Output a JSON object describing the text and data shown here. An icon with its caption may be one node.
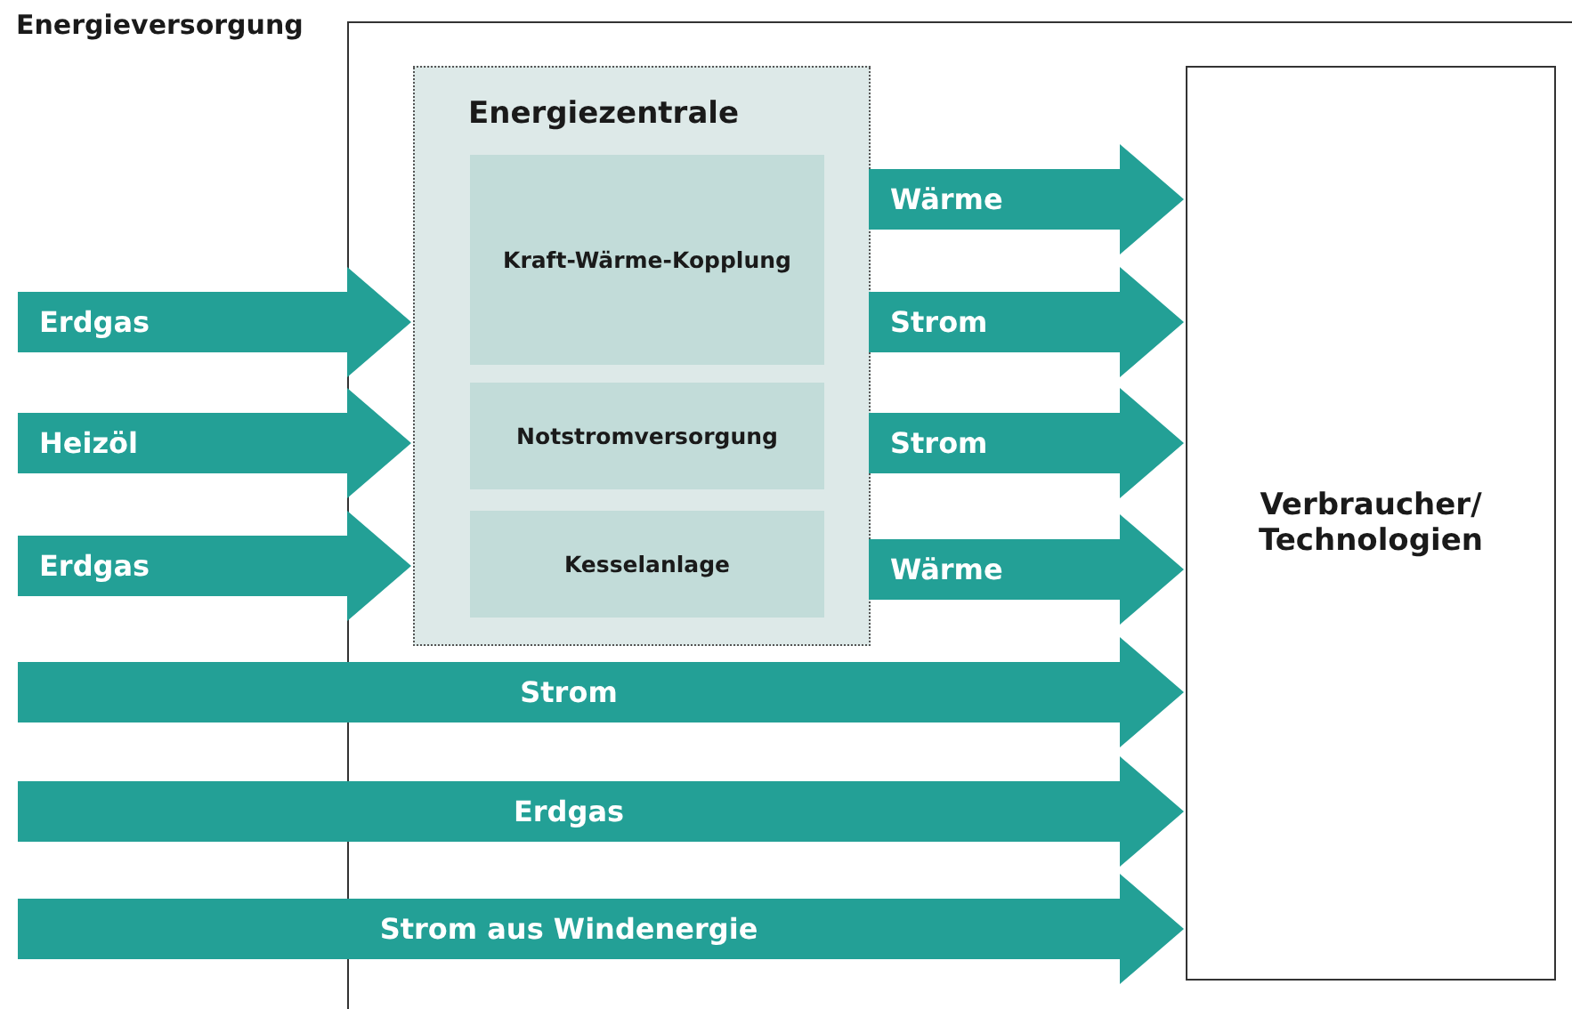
{
  "diagram": {
    "nodes": [
      {
        "text": [
          "Energieversorgung"
        ]
      },
      {
        "text": [
          "Energiezentrale"
        ],
        "in": 0
      },
      {
        "text": [
          "Kraft-Wärme-Kopplung"
        ],
        "in": 1
      },
      {
        "text": [
          "Notstromversorgung"
        ],
        "in": 1
      },
      {
        "text": [
          "Kesselanlage"
        ],
        "in": 1
      },
      {
        "text": [
          "Verbraucher/ Technologien"
        ],
        "in": 0
      }
    ],
    "edges": [
      {
        "from": null,
        "to": 1,
        "arrow": "to",
        "label": "Erdgas"
      },
      {
        "from": null,
        "to": 1,
        "arrow": "to",
        "label": "Heizöl"
      },
      {
        "from": null,
        "to": 1,
        "arrow": "to",
        "label": "Erdgas"
      },
      {
        "from": 1,
        "to": 5,
        "arrow": "to",
        "label": "Wärme"
      },
      {
        "from": 1,
        "to": 5,
        "arrow": "to",
        "label": "Strom"
      },
      {
        "from": 1,
        "to": 5,
        "arrow": "to",
        "label": "Strom"
      },
      {
        "from": 1,
        "to": 5,
        "arrow": "to",
        "label": "Wärme"
      },
      {
        "from": null,
        "to": 5,
        "arrow": "to",
        "label": "Strom"
      },
      {
        "from": null,
        "to": 5,
        "arrow": "to",
        "label": "Erdgas"
      },
      {
        "from": null,
        "to": 5,
        "arrow": "to",
        "label": "Strom aus Windenergie"
      }
    ]
  }
}
